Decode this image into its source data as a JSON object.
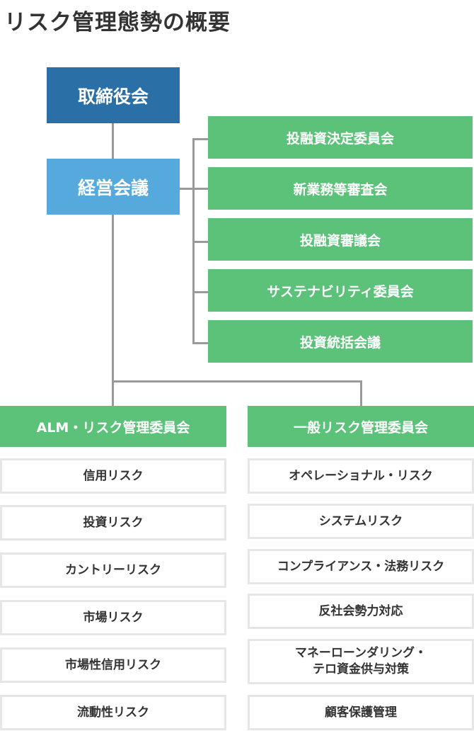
{
  "title": "リスク管理態勢の概要",
  "board": "取締役会",
  "management": "経営会議",
  "committees": [
    "投融資決定委員会",
    "新業務等審査会",
    "投融資審議会",
    "サステナビリティ委員会",
    "投資統括会議"
  ],
  "alm": {
    "title": "ALM・リスク管理委員会",
    "risks": [
      "信用リスク",
      "投資リスク",
      "カントリーリスク",
      "市場リスク",
      "市場性信用リスク",
      "流動性リスク"
    ]
  },
  "general": {
    "title": "一般リスク管理委員会",
    "risks": [
      "オペレーショナル・リスク",
      "システムリスク",
      "コンプライアンス・法務リスク",
      "反社会勢力対応",
      "マネーローンダリング・\nテロ資金供与対策",
      "顧客保護管理"
    ]
  },
  "colors": {
    "board": "#2a6fa6",
    "management": "#56a9dc",
    "committee": "#5cc27a",
    "connector": "#9a9a9a",
    "risk_border": "#e6e6e6"
  }
}
